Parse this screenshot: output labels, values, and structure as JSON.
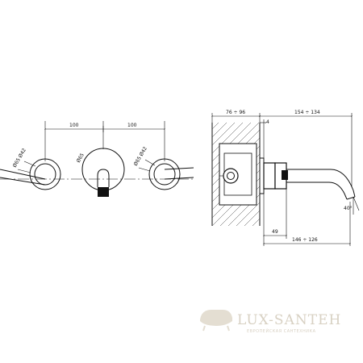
{
  "dimensions": {
    "spacing_left": "100",
    "spacing_right": "100",
    "dia_42_left": "Ø42",
    "dia_65_left": "Ø65",
    "dia_65_center": "Ø65",
    "dia_42_right": "Ø42",
    "dia_65_right": "Ø65",
    "wall_depth": "76 ÷ 96",
    "plate_thickness": "4",
    "spout_reach_top": "154 ÷ 134",
    "body_49": "49",
    "spout_reach_bottom": "146 ÷ 126",
    "angle": "40°"
  },
  "watermark": {
    "brand": "LUX-SANTEH",
    "tagline": "ЕВРОПЕЙСКАЯ САНТЕХНИКА"
  },
  "colors": {
    "line": "#111111",
    "watermark": "#d8d1c3"
  }
}
